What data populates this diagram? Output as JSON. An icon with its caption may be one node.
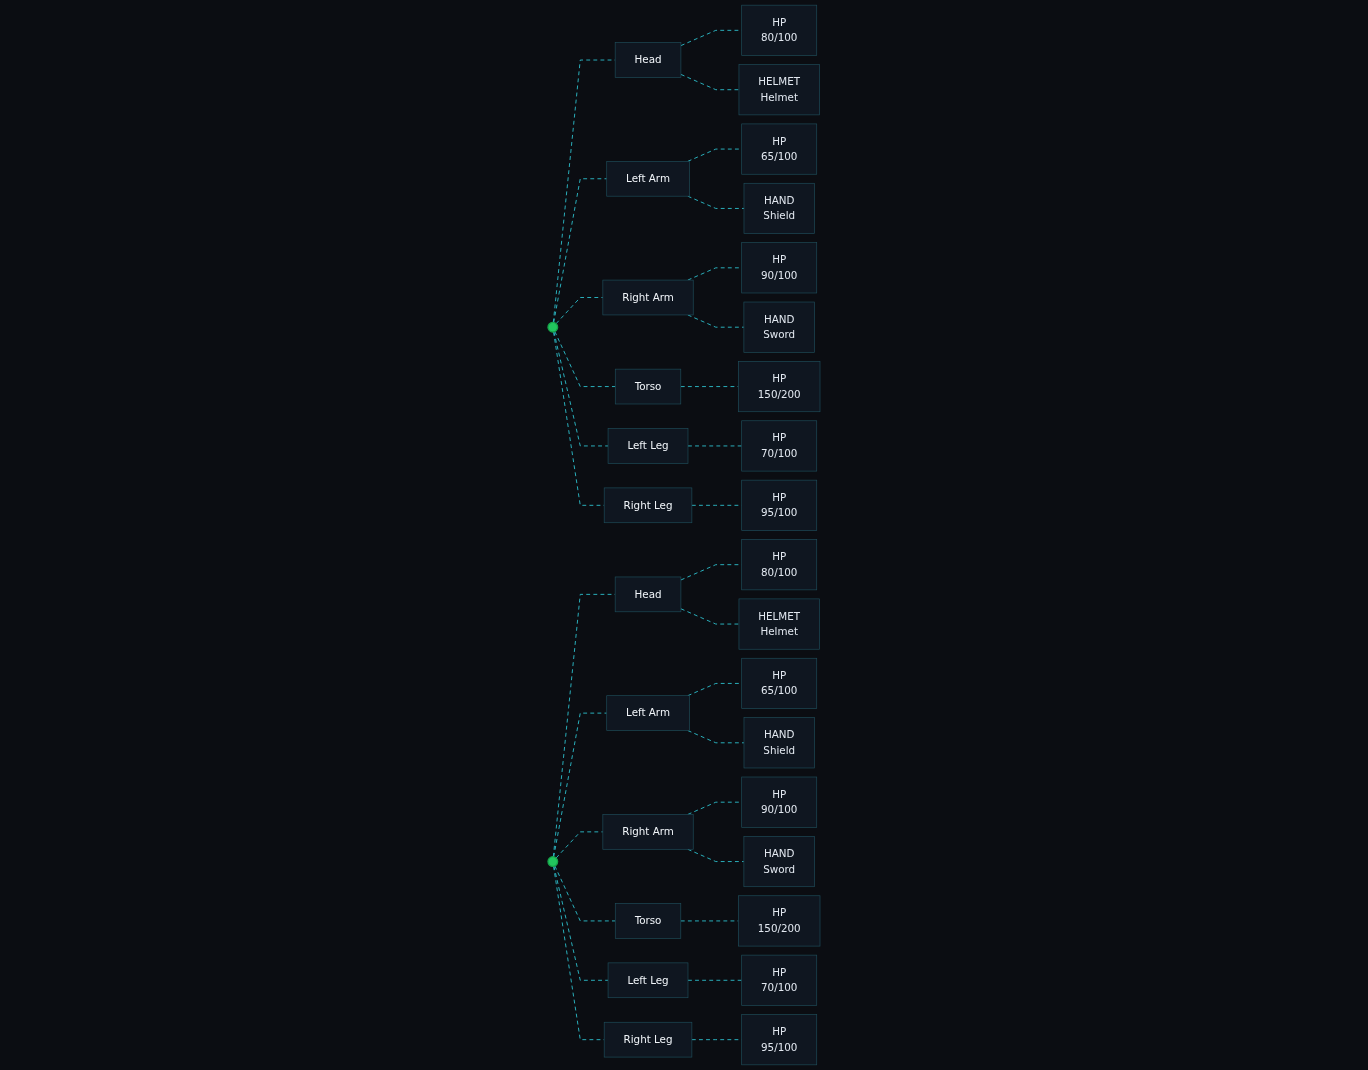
{
  "diagram": {
    "nodes": [
      {
        "text": [],
        "shape": "circle"
      },
      {
        "text": [
          "Head"
        ]
      },
      {
        "text": [
          "HP",
          "80/100"
        ]
      },
      {
        "text": [
          "HELMET",
          "Helmet"
        ]
      },
      {
        "text": [
          "Left Arm"
        ]
      },
      {
        "text": [
          "HP",
          "65/100"
        ]
      },
      {
        "text": [
          "HAND",
          "Shield"
        ]
      },
      {
        "text": [
          "Right Arm"
        ]
      },
      {
        "text": [
          "HP",
          "90/100"
        ]
      },
      {
        "text": [
          "HAND",
          "Sword"
        ]
      },
      {
        "text": [
          "Torso"
        ]
      },
      {
        "text": [
          "HP",
          "150/200"
        ]
      },
      {
        "text": [
          "Left Leg"
        ]
      },
      {
        "text": [
          "HP",
          "70/100"
        ]
      },
      {
        "text": [
          "Right Leg"
        ]
      },
      {
        "text": [
          "HP",
          "95/100"
        ]
      },
      {
        "text": [],
        "shape": "circle"
      },
      {
        "text": [
          "Head"
        ]
      },
      {
        "text": [
          "HP",
          "80/100"
        ]
      },
      {
        "text": [
          "HELMET",
          "Helmet"
        ]
      },
      {
        "text": [
          "Left Arm"
        ]
      },
      {
        "text": [
          "HP",
          "65/100"
        ]
      },
      {
        "text": [
          "HAND",
          "Shield"
        ]
      },
      {
        "text": [
          "Right Arm"
        ]
      },
      {
        "text": [
          "HP",
          "90/100"
        ]
      },
      {
        "text": [
          "HAND",
          "Sword"
        ]
      },
      {
        "text": [
          "Torso"
        ]
      },
      {
        "text": [
          "HP",
          "150/200"
        ]
      },
      {
        "text": [
          "Left Leg"
        ]
      },
      {
        "text": [
          "HP",
          "70/100"
        ]
      },
      {
        "text": [
          "Right Leg"
        ]
      },
      {
        "text": [
          "HP",
          "95/100"
        ]
      }
    ],
    "edges": [
      {
        "from": 0,
        "to": 1,
        "arrow": "none",
        "style": "dashed"
      },
      {
        "from": 1,
        "to": 2,
        "arrow": "none",
        "style": "dashed"
      },
      {
        "from": 1,
        "to": 3,
        "arrow": "none",
        "style": "dashed"
      },
      {
        "from": 0,
        "to": 4,
        "arrow": "none",
        "style": "dashed"
      },
      {
        "from": 4,
        "to": 5,
        "arrow": "none",
        "style": "dashed"
      },
      {
        "from": 4,
        "to": 6,
        "arrow": "none",
        "style": "dashed"
      },
      {
        "from": 0,
        "to": 7,
        "arrow": "none",
        "style": "dashed"
      },
      {
        "from": 7,
        "to": 8,
        "arrow": "none",
        "style": "dashed"
      },
      {
        "from": 7,
        "to": 9,
        "arrow": "none",
        "style": "dashed"
      },
      {
        "from": 0,
        "to": 10,
        "arrow": "none",
        "style": "dashed"
      },
      {
        "from": 10,
        "to": 11,
        "arrow": "none",
        "style": "dashed"
      },
      {
        "from": 0,
        "to": 12,
        "arrow": "none",
        "style": "dashed"
      },
      {
        "from": 12,
        "to": 13,
        "arrow": "none",
        "style": "dashed"
      },
      {
        "from": 0,
        "to": 14,
        "arrow": "none",
        "style": "dashed"
      },
      {
        "from": 14,
        "to": 15,
        "arrow": "none",
        "style": "dashed"
      },
      {
        "from": 16,
        "to": 17,
        "arrow": "none",
        "style": "dashed"
      },
      {
        "from": 17,
        "to": 18,
        "arrow": "none",
        "style": "dashed"
      },
      {
        "from": 17,
        "to": 19,
        "arrow": "none",
        "style": "dashed"
      },
      {
        "from": 16,
        "to": 20,
        "arrow": "none",
        "style": "dashed"
      },
      {
        "from": 20,
        "to": 21,
        "arrow": "none",
        "style": "dashed"
      },
      {
        "from": 20,
        "to": 22,
        "arrow": "none",
        "style": "dashed"
      },
      {
        "from": 16,
        "to": 23,
        "arrow": "none",
        "style": "dashed"
      },
      {
        "from": 23,
        "to": 24,
        "arrow": "none",
        "style": "dashed"
      },
      {
        "from": 23,
        "to": 25,
        "arrow": "none",
        "style": "dashed"
      },
      {
        "from": 16,
        "to": 26,
        "arrow": "none",
        "style": "dashed"
      },
      {
        "from": 26,
        "to": 27,
        "arrow": "none",
        "style": "dashed"
      },
      {
        "from": 16,
        "to": 28,
        "arrow": "none",
        "style": "dashed"
      },
      {
        "from": 28,
        "to": 29,
        "arrow": "none",
        "style": "dashed"
      },
      {
        "from": 16,
        "to": 30,
        "arrow": "none",
        "style": "dashed"
      },
      {
        "from": 30,
        "to": 31,
        "arrow": "none",
        "style": "dashed"
      }
    ]
  }
}
